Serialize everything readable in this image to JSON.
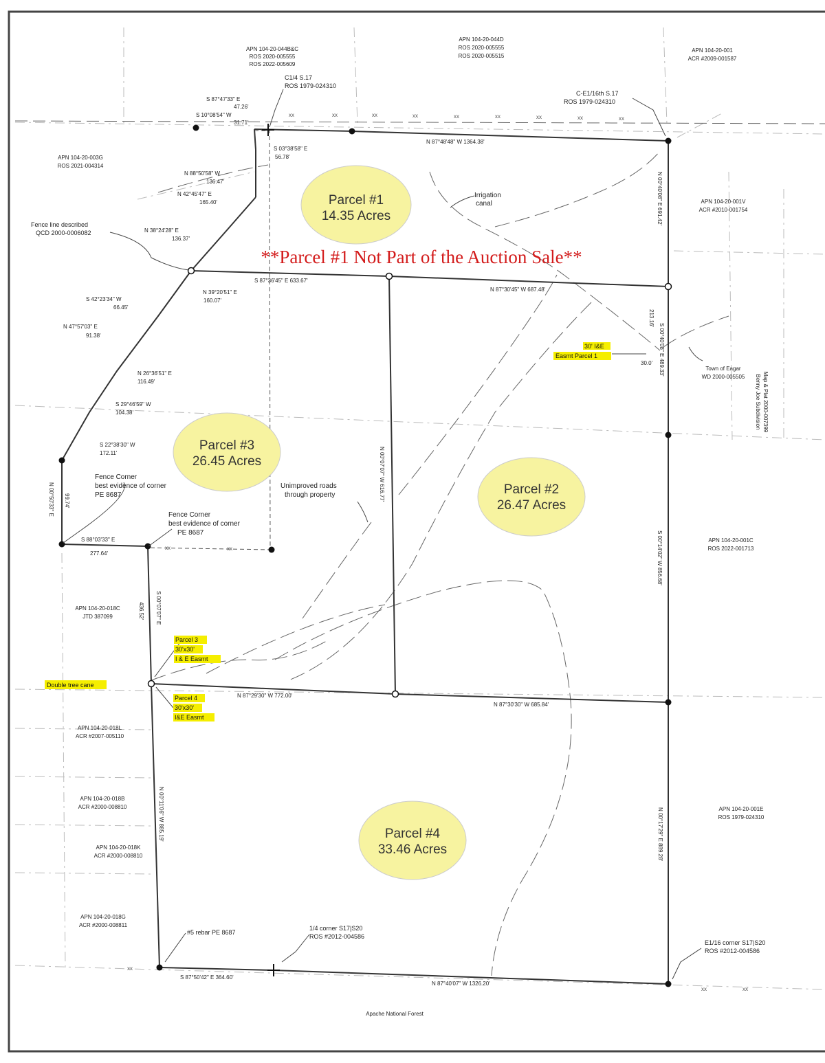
{
  "banner": "**Parcel #1 Not Part of the Auction Sale**",
  "parcels": [
    {
      "name": "Parcel #1",
      "acres": "14.35 Acres"
    },
    {
      "name": "Parcel #2",
      "acres": "26.47 Acres"
    },
    {
      "name": "Parcel #3",
      "acres": "26.45 Acres"
    },
    {
      "name": "Parcel #4",
      "acres": "33.46 Acres"
    }
  ],
  "neighbors": {
    "n1_l1": "APN 104-20-044B&C",
    "n1_l2": "ROS 2020-005555",
    "n1_l3": "ROS 2022-005609",
    "n2_l1": "APN 104-20-044D",
    "n2_l2": "ROS 2020-005555",
    "n2_l3": "ROS 2020-005515",
    "n3_l1": "APN 104-20-001",
    "n3_l2": "ACR #2009-001587",
    "w1_l1": "APN 104-20-003G",
    "w1_l2": "ROS 2021-004314",
    "e1_l1": "APN 104-20-001V",
    "e1_l2": "ACR #2010-001754",
    "e2_l1": "APN 104-20-001C",
    "e2_l2": "ROS 2022-001713",
    "e3_l1": "APN 104-20-001E",
    "e3_l2": "ROS 1979-024310",
    "w2_l1": "APN 104-20-018C",
    "w2_l2": "JTD 387099",
    "w3_l1": "APN 104-20-018L",
    "w3_l2": "ACR #2007-005110",
    "w4_l1": "APN 104-20-018B",
    "w4_l2": "ACR #2000-008810",
    "w5_l1": "APN 104-20-018K",
    "w5_l2": "ACR #2000-008810",
    "w6_l1": "APN 104-20-018G",
    "w6_l2": "ACR #2000-008811",
    "forest": "Apache National Forest",
    "town_l1": "Town of Eagar",
    "town_l2": "WD 2000-005505",
    "sub_l1": "Benny Joe Subdivision",
    "sub_l2": "Map & Plat 2000-007399"
  },
  "corners": {
    "c14_l1": "C1/4 S.17",
    "c14_l2": "ROS 1979-024310",
    "ce116_l1": "C-E1/16th S.17",
    "ce116_l2": "ROS 1979-024310",
    "q_l1": "1/4  corner  S17|S20",
    "q_l2": "ROS #2012-004586",
    "e116_l1": "E1/16  corner  S17|S20",
    "e116_l2": "ROS #2012-004586",
    "rebar": "#5 rebar PE 8687"
  },
  "notes": {
    "irrigation_l1": "Irrigation",
    "irrigation_l2": "canal",
    "fence_desc_l1": "Fence line described",
    "fence_desc_l2": "QCD 2000-0006082",
    "fc1_l1": "Fence Corner",
    "fc1_l2": "best evidence of corner",
    "fc1_l3": "PE 8687",
    "fc2_l1": "Fence Corner",
    "fc2_l2": "best evidence of corner",
    "fc2_l3": "PE 8687",
    "roads_l1": "Unimproved roads",
    "roads_l2": "through property"
  },
  "highlights": {
    "h1_l1": "30' I&E",
    "h1_l2": "Easmt Parcel 1",
    "h2_l1": "Parcel 3",
    "h2_l2": "30'x30'",
    "h2_l3": "I & E Easmt",
    "h3": "Double tree cane",
    "h4_l1": "Parcel 4",
    "h4_l2": "30'x30'",
    "h4_l3": "I&E Easmt"
  },
  "bearings": {
    "b01": "S 87°47'33\" E",
    "b02": "47.26'",
    "b03": "S 10°08'54\" W",
    "b04": "31.71'",
    "b05": "S 03°38'58\" E",
    "b06": "56.78'",
    "b07": "N 87°48'48\" W   1364.38'",
    "b08": "N 88°50'58\" W",
    "b09": "136.47'",
    "b10": "N 42°45'47\" E",
    "b11": "165.40'",
    "b12": "N 38°24'28\" E",
    "b13": "136.37'",
    "b14": "N 00°40'08\" E   691.42'",
    "b15": "S 87°36'45\" E   633.67'",
    "b16": "N 87°30'45\" W   687.48'",
    "b17": "N 39°20'51\" E",
    "b18": "160.07'",
    "b19": "S 42°23'34\" W",
    "b20": "66.45'",
    "b21": "N 47°57'03\" E",
    "b22": "91.38'",
    "b23": "N 26°36'51\" E",
    "b24": "116.49'",
    "b25": "S 29°46'59\" W",
    "b26": "104.38'",
    "b27": "S 22°38'30\" W",
    "b28": "172.11'",
    "b29": "N 00°50'33\" E",
    "b30": "99.74'",
    "b31": "S 88°03'33\" E",
    "b32": "277.64'",
    "b33": "N 00°07'07\" W   616.77'",
    "b34": "S 00°40'08\" E   489.33'",
    "b35": "S 00°14'02\" W   856.68'",
    "b36": "S 00°07'07\" E",
    "b37": "436.52'",
    "b38": "N 87°29'30\" W   772.00'",
    "b39": "N 87°30'30\" W   685.84'",
    "b40": "N 00°11'06\" W   885.19'",
    "b41": "N 00°17'29\" E   889.28'",
    "b42": "S 87°50'42\" E   364.60'",
    "b43": "N 87°40'07\" W   1326.20'",
    "b44": "213.16'",
    "b45": "30.0'"
  }
}
